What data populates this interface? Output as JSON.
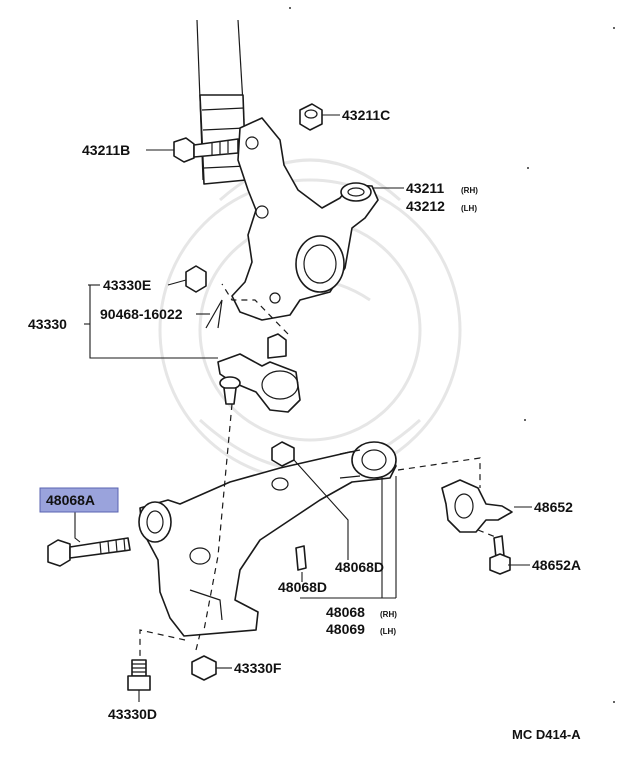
{
  "labels": {
    "p43211C": "43211C",
    "p43211B": "43211B",
    "p43211": "43211",
    "p43211_suffix": "(RH)",
    "p43212": "43212",
    "p43212_suffix": "(LH)",
    "p43330E": "43330E",
    "p43330": "43330",
    "p90468": "90468-16022",
    "p48068A": "48068A",
    "p48652": "48652",
    "p48652A": "48652A",
    "p48068D_upper": "48068D",
    "p48068D_lower": "48068D",
    "p48068": "48068",
    "p48068_suffix": "(RH)",
    "p48069": "48069",
    "p48069_suffix": "(LH)",
    "p43330F": "43330F",
    "p43330D": "43330D"
  },
  "diagram_code": "MC D414-A",
  "highlight": {
    "part": "48068A",
    "color": "#9aa3dc"
  }
}
